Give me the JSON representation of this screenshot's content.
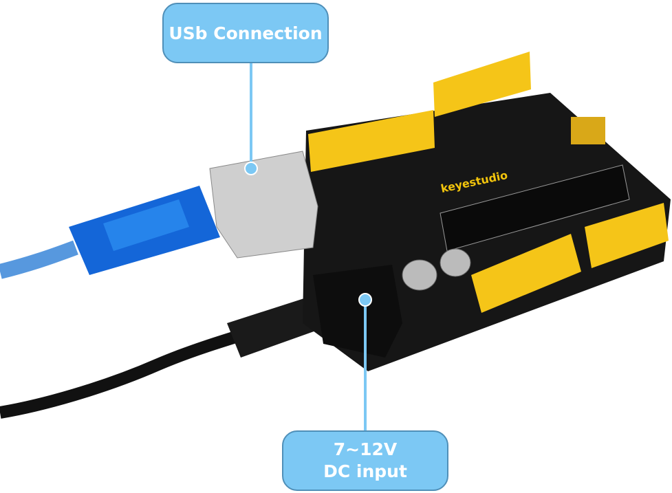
{
  "callouts": {
    "usb": {
      "label": "USb Connection"
    },
    "dc": {
      "line1": "7~12V",
      "line2": "DC input"
    }
  },
  "board": {
    "logo": "keyestudio"
  },
  "colors": {
    "callout_fill": "#7cc8f4",
    "callout_border": "#4f8fb8",
    "header_yellow": "#f5c518",
    "board_black": "#161616",
    "usb_blue": "#1466d8"
  }
}
